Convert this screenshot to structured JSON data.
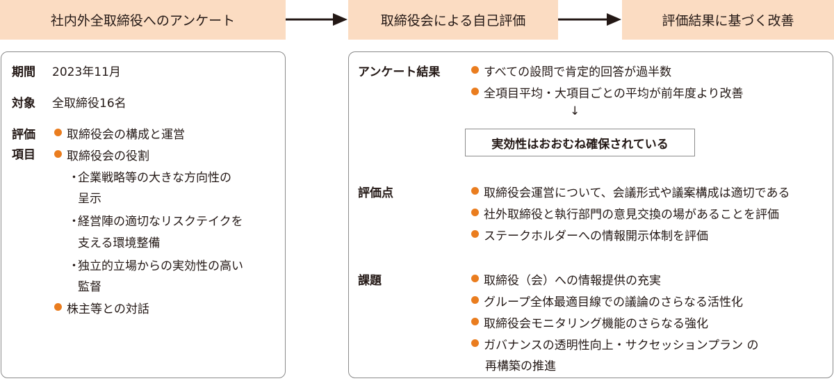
{
  "flow": {
    "step1": "社内外全取締役へのアンケート",
    "step2": "取締役会による自己評価",
    "step3": "評価結果に基づく改善"
  },
  "left": {
    "period_label": "期間",
    "period_value": "2023年11月",
    "target_label": "対象",
    "target_value": "全取締役16名",
    "items_label_1": "評価",
    "items_label_2": "項目",
    "items": {
      "b1": "取締役会の構成と運営",
      "b2": "取締役会の役割",
      "s1_l1": "企業戦略等の大きな方向性の",
      "s1_l2": "呈示",
      "s2_l1": "経営陣の適切なリスクテイクを",
      "s2_l2": "支える環境整備",
      "s3_l1": "独立的立場からの実効性の高い",
      "s3_l2": "監督",
      "b3": "株主等との対話",
      "sub_mark": "・"
    }
  },
  "right": {
    "survey_label": "アンケート結果",
    "survey": {
      "b1": "すべての設問で肯定的回答が過半数",
      "b2": "全項目平均・大項目ごとの平均が前年度より改善"
    },
    "down_arrow": "↓",
    "conclusion": "実効性はおおむね確保されている",
    "points_label": "評価点",
    "points": {
      "b1": "取締役会運営について、会議形式や議案構成は適切である",
      "b2": "社外取締役と執行部門の意見交換の場があることを評価",
      "b3": "ステークホルダーへの情報開示体制を評価"
    },
    "issues_label": "課題",
    "issues": {
      "b1": "取締役（会）への情報提供の充実",
      "b2": "グループ全体最適目線での議論のさらなる活性化",
      "b3": "取締役会モニタリング機能のさらなる強化",
      "b4_l1": "ガバナンスの透明性向上・サクセッションプラン の",
      "b4_l2": "再構築の推進"
    }
  },
  "colors": {
    "step_fill": "#fbdcc2",
    "bullet": "#ea7d1f",
    "border": "#8a8a8a",
    "text": "#231815"
  }
}
